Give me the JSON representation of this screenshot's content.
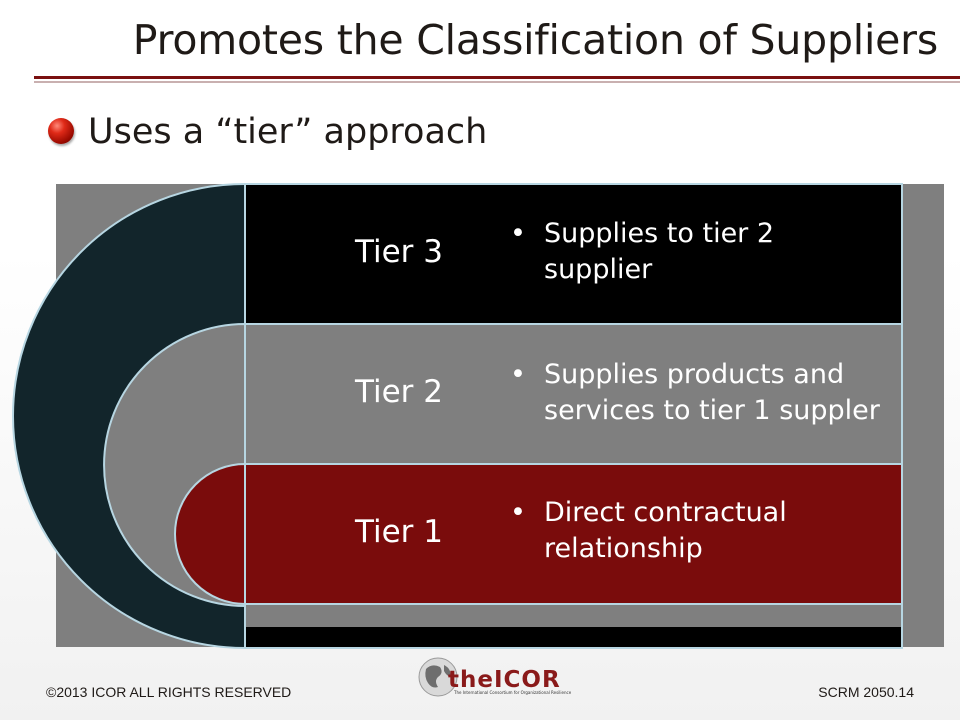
{
  "slide": {
    "title": "Promotes the Classification of Suppliers",
    "bullet": "Uses a “tier” approach"
  },
  "tiers": [
    {
      "label": "Tier 3",
      "bullet": "•",
      "lines": [
        "Supplies to tier 2",
        "supplier"
      ],
      "color": "#000000"
    },
    {
      "label": "Tier 2",
      "bullet": "•",
      "lines": [
        "Supplies products and",
        "services to tier 1 suppler"
      ],
      "color": "#7f7f7f"
    },
    {
      "label": "Tier 1",
      "bullet": "•",
      "lines": [
        "Direct contractual",
        "relationship"
      ],
      "color": "#7a0c0c"
    }
  ],
  "colors": {
    "accent": "#7a1010",
    "outer_arc": "#12252b",
    "panel_gray": "#7f7f7f",
    "border": "#b7d6e2"
  },
  "footer": {
    "copyright": "©2013 ICOR ALL RIGHTS RESERVED",
    "course_code": "SCRM 2050.14",
    "logo_text": "theICOR",
    "logo_sub": "The International Consortium for Organizational Resilience"
  }
}
